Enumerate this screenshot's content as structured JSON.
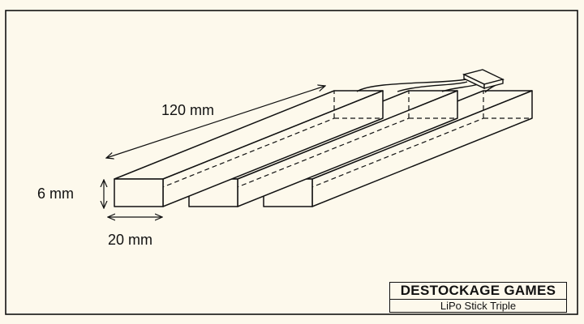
{
  "dimensions": {
    "length": "120 mm",
    "height": "6 mm",
    "width": "20 mm"
  },
  "title_block": {
    "company": "DESTOCKAGE GAMES",
    "product": "LiPo Stick Triple"
  },
  "colors": {
    "background": "#fdf9ec",
    "ink": "#111111"
  }
}
